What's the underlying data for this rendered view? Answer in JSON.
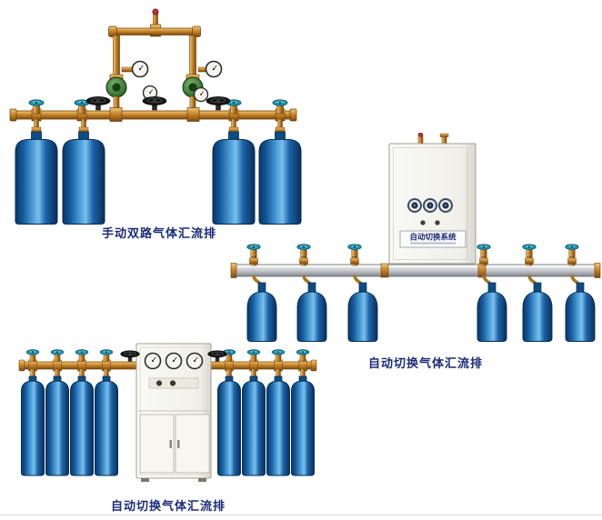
{
  "page": {
    "background": "#ffffff",
    "bottom_rule_color": "#d9d9d9"
  },
  "products": [
    {
      "caption": "手动双路气体汇流排",
      "cylinder_count": 4,
      "regulator_count": 2,
      "hand_valve_count": 3
    },
    {
      "caption": "自动切换气体汇流排",
      "cabinet_label": "自动切换系统",
      "cylinder_count": 6,
      "gauge_count": 3
    },
    {
      "caption": "自动切换气体汇流排",
      "cylinder_count": 8,
      "gauge_count": 3
    }
  ],
  "colors": {
    "caption_text": "#1c2b7a",
    "brass": "#c8862c",
    "cylinder_blue_dark": "#0a3566",
    "cylinder_blue_light": "#79c0ec",
    "valve_teal": "#1e93ad",
    "cabinet_body": "#f3f2ec",
    "rail_silver": "#c6c9cd",
    "regulator_green": "#3c7a36"
  }
}
